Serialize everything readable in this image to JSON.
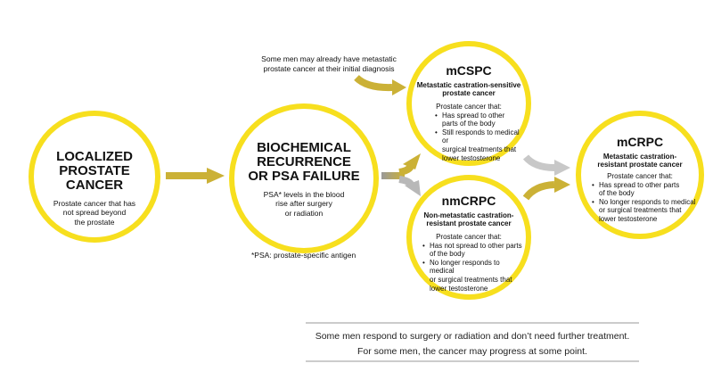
{
  "nodes": {
    "localized": {
      "title_line1": "LOCALIZED",
      "title_line2": "PROSTATE CANCER",
      "desc_line1": "Prostate cancer that has",
      "desc_line2": "not spread beyond",
      "desc_line3": "the prostate"
    },
    "biochemical": {
      "title_line1": "BIOCHEMICAL",
      "title_line2": "RECURRENCE",
      "title_line3": "OR PSA FAILURE",
      "desc_line1": "PSA* levels in the blood",
      "desc_line2": "rise after surgery",
      "desc_line3": "or radiation"
    },
    "mcspc": {
      "title": "mCSPC",
      "subtitle_line1": "Metastatic castration-sensitive",
      "subtitle_line2": "prostate cancer",
      "list_head": "Prostate cancer that:",
      "bullet1_line1": "Has spread to other",
      "bullet1_line2": "parts of the body",
      "bullet2_line1": "Still responds to medical or",
      "bullet2_line2": "surgical treatments that",
      "bullet2_line3": "lower testosterone"
    },
    "nmcrpc": {
      "title": "nmCRPC",
      "subtitle_line1": "Non-metastatic castration-",
      "subtitle_line2": "resistant prostate cancer",
      "list_head": "Prostate cancer that:",
      "bullet1_line1": "Has not spread to other parts",
      "bullet1_line2": "of the body",
      "bullet2_line1": "No longer responds to medical",
      "bullet2_line2": "or surgical treatments that",
      "bullet2_line3": "lower testosterone"
    },
    "mcrpc": {
      "title": "mCRPC",
      "subtitle_line1": "Metastatic castration-",
      "subtitle_line2": "resistant prostate cancer",
      "list_head": "Prostate cancer that:",
      "bullet1_line1": "Has spread to other parts",
      "bullet1_line2": "of the body",
      "bullet2_line1": "No longer responds to medical",
      "bullet2_line2": "or surgical treatments that",
      "bullet2_line3": "lower testosterone"
    }
  },
  "notes": {
    "metastatic_note_line1": "Some men may already have metastatic",
    "metastatic_note_line2": "prostate cancer at their initial diagnosis",
    "psa_footnote": "*PSA: prostate-specific antigen"
  },
  "footer": {
    "line1": "Some men respond to surgery or radiation and don’t need further treatment.",
    "line2": "For some men, the cancer may progress at some point."
  },
  "colors": {
    "circle_border": "#f7df1e",
    "arrow_gold": "#cbb136",
    "arrow_gray": "#c8c8c8"
  }
}
